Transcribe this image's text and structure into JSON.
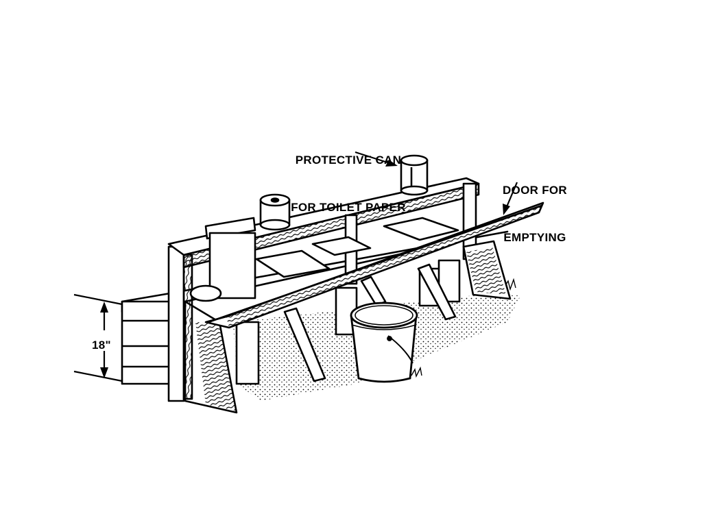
{
  "labels": {
    "toilet_paper_can_line1": "PROTECTIVE CAN",
    "toilet_paper_can_line2": "FOR TOILET PAPER",
    "door_line1": "DOOR FOR",
    "door_line2": "EMPTYING",
    "height": "18\""
  },
  "colors": {
    "ink": "#000000",
    "paper": "#ffffff"
  }
}
